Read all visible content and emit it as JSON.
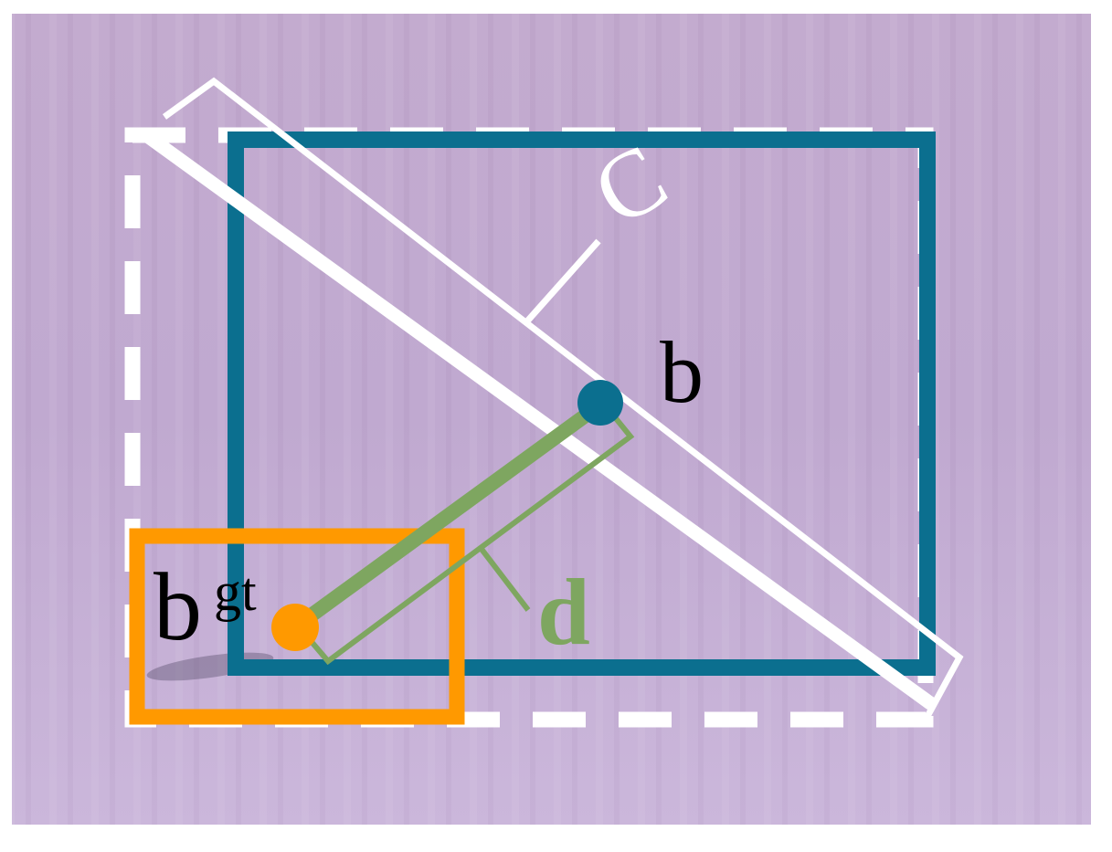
{
  "labels": {
    "predicted_box": "b",
    "ground_truth_base": "b",
    "ground_truth_sup": "gt",
    "center_distance": "d",
    "diagonal": "C"
  },
  "colors": {
    "background_top": "#c0a8cc",
    "background_bottom": "#c8b4d8",
    "predicted_box": "#0b6f8f",
    "ground_truth_box": "#ff9900",
    "enclosing_box": "#ffffff",
    "distance_line": "#7ea660",
    "text_dark": "#000000",
    "label_d": "#7ea660"
  }
}
